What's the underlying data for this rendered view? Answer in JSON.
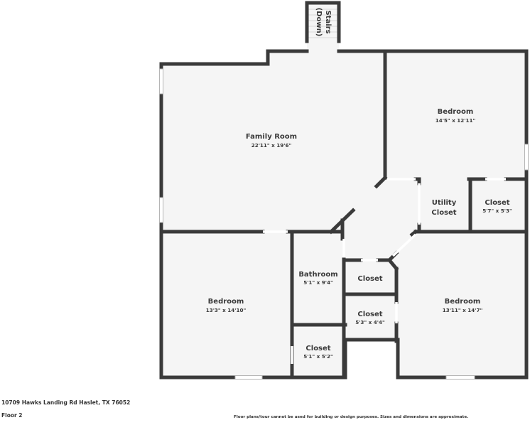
{
  "plan": {
    "colors": {
      "wall": "#3a3a3a",
      "floor": "#f5f5f5",
      "window": "#ffffff",
      "text": "#3a3a3a"
    },
    "stairs": {
      "name": "Stairs",
      "direction": "(Down)"
    },
    "rooms": [
      {
        "id": "family-room",
        "name": "Family Room",
        "dims": "22'11\" x 19'6\""
      },
      {
        "id": "bedroom-ne",
        "name": "Bedroom",
        "dims": "14'5\" x 12'11\""
      },
      {
        "id": "utility-closet",
        "name": "Utility",
        "name2": "Closet",
        "dims": ""
      },
      {
        "id": "closet-ne",
        "name": "Closet",
        "dims": "5'7\" x 5'3\""
      },
      {
        "id": "bathroom",
        "name": "Bathroom",
        "dims": "5'1\" x 9'4\""
      },
      {
        "id": "closet-hall",
        "name": "Closet",
        "dims": ""
      },
      {
        "id": "closet-mid",
        "name": "Closet",
        "dims": "5'3\" x 4'4\""
      },
      {
        "id": "bedroom-sw",
        "name": "Bedroom",
        "dims": "13'3\" x 14'10\""
      },
      {
        "id": "closet-sw",
        "name": "Closet",
        "dims": "5'1\" x 5'2\""
      },
      {
        "id": "bedroom-se",
        "name": "Bedroom",
        "dims": "13'11\" x 14'7\""
      }
    ]
  },
  "footer": {
    "address": "10709 Hawks Landing Rd Haslet, TX 76052",
    "floor": "Floor 2",
    "disclaimer": "Floor plans/tour cannot be used for building or design purposes. Sizes and dimensions are approximate."
  }
}
